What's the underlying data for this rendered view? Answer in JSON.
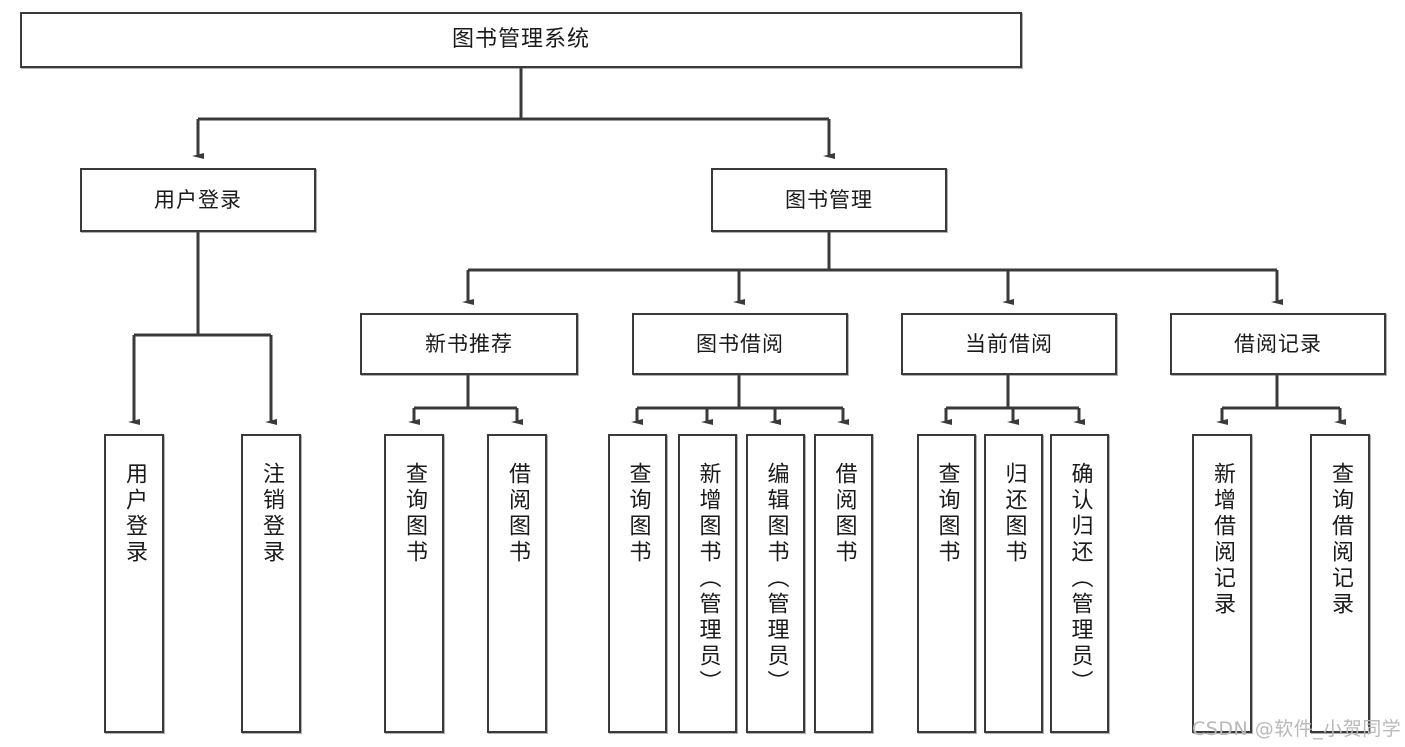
{
  "diagram": {
    "type": "tree",
    "title": "图书管理系统",
    "orientation": "top-down",
    "colors": {
      "box_border": "#3a3a3a",
      "box_fill": "#ffffff",
      "edge": "#3a3a3a",
      "text": "#1a1a1a",
      "watermark": "#b9b9b9"
    },
    "levels": 4
  },
  "root": {
    "label": "图书管理系统"
  },
  "level2": [
    {
      "label": "用户登录"
    },
    {
      "label": "图书管理"
    }
  ],
  "level3": [
    {
      "label": "新书推荐"
    },
    {
      "label": "图书借阅"
    },
    {
      "label": "当前借阅"
    },
    {
      "label": "借阅记录"
    }
  ],
  "leaves": {
    "user_login": [
      {
        "label": "用户登录"
      },
      {
        "label": "注销登录"
      }
    ],
    "new_book_recommend": [
      {
        "label": "查询图书"
      },
      {
        "label": "借阅图书"
      }
    ],
    "book_borrow": [
      {
        "label": "查询图书"
      },
      {
        "label": "新增图书（管理员）"
      },
      {
        "label": "编辑图书（管理员）"
      },
      {
        "label": "借阅图书"
      }
    ],
    "current_borrow": [
      {
        "label": "查询图书"
      },
      {
        "label": "归还图书"
      },
      {
        "label": "确认归还（管理员）"
      }
    ],
    "borrow_record": [
      {
        "label": "新增借阅记录"
      },
      {
        "label": "查询借阅记录"
      }
    ]
  },
  "watermark": {
    "text": "CSDN @软件_小贺同学"
  }
}
